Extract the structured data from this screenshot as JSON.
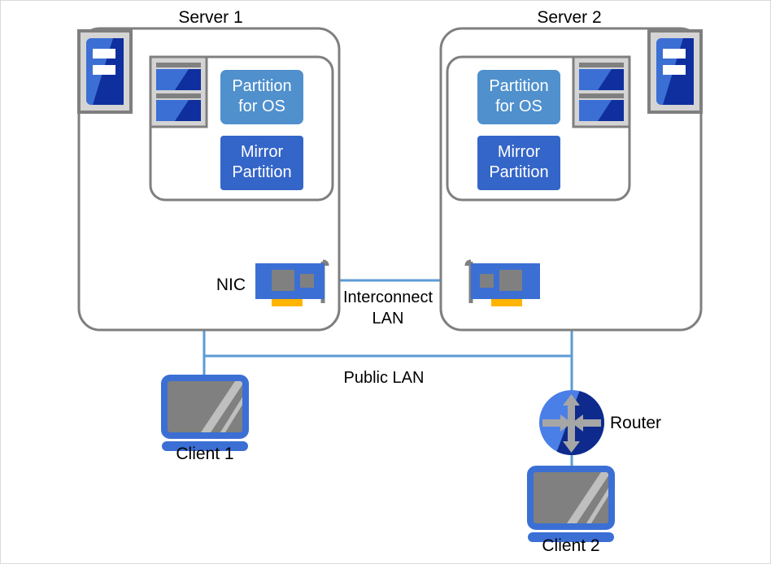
{
  "diagram": {
    "title": "Two-node mirrored server cluster with interconnect and public LAN",
    "colors": {
      "background": "#ffffff",
      "page_border": "#d9d9d9",
      "container_border": "#7f7f7f",
      "link_line": "#5b9bd5",
      "partition_os": "#4f90cd",
      "partition_mirror": "#3465c8",
      "icon_blue_light": "#3b6fd4",
      "icon_blue_dark": "#0f2f9e",
      "icon_frame_gray": "#d4d4d4",
      "icon_frame_border": "#7f7f7f",
      "chip_gray": "#808080",
      "nic_connector": "#ffb400",
      "laptop_screen": "#808080",
      "laptop_body": "#3b6fd4",
      "router_light": "#4a7fe8",
      "router_dark": "#0d2a8c",
      "router_arrow": "#a6a6a6"
    },
    "servers": [
      {
        "id": "server-1",
        "title": "Server 1",
        "mirrored": false,
        "server_icon_name": "server-tower-icon",
        "disk_icon_name": "disk-stack-icon",
        "partitions": [
          {
            "id": "partition-os",
            "line1": "Partition",
            "line2": "for OS",
            "style": "os"
          },
          {
            "id": "partition-mirror",
            "line1": "Mirror",
            "line2": "Partition",
            "style": "mirror"
          }
        ],
        "nic": {
          "id": "nic-1",
          "label": "NIC",
          "has_label": true
        }
      },
      {
        "id": "server-2",
        "title": "Server 2",
        "mirrored": true,
        "server_icon_name": "server-tower-icon",
        "disk_icon_name": "disk-stack-icon",
        "partitions": [
          {
            "id": "partition-os",
            "line1": "Partition",
            "line2": "for OS",
            "style": "os"
          },
          {
            "id": "partition-mirror",
            "line1": "Mirror",
            "line2": "Partition",
            "style": "mirror"
          }
        ],
        "nic": {
          "id": "nic-2",
          "label": "",
          "has_label": false
        }
      }
    ],
    "networks": [
      {
        "id": "interconnect-lan",
        "line1": "Interconnect",
        "line2": "LAN"
      },
      {
        "id": "public-lan",
        "line1": "Public  LAN",
        "line2": ""
      }
    ],
    "devices": [
      {
        "id": "client-1",
        "label": "Client 1",
        "type": "laptop"
      },
      {
        "id": "router",
        "label": "Router",
        "type": "router"
      },
      {
        "id": "client-2",
        "label": "Client 2",
        "type": "laptop"
      }
    ],
    "labels": {
      "server_1_title": "Server 1",
      "server_2_title": "Server 2",
      "nic_label": "NIC",
      "interconnect_line1": "Interconnect",
      "interconnect_line2": "LAN",
      "public_lan": "Public  LAN",
      "client_1": "Client 1",
      "client_2": "Client 2",
      "router": "Router",
      "partition_os_line1": "Partition",
      "partition_os_line2": "for OS",
      "partition_mirror_line1": "Mirror",
      "partition_mirror_line2": "Partition"
    }
  }
}
